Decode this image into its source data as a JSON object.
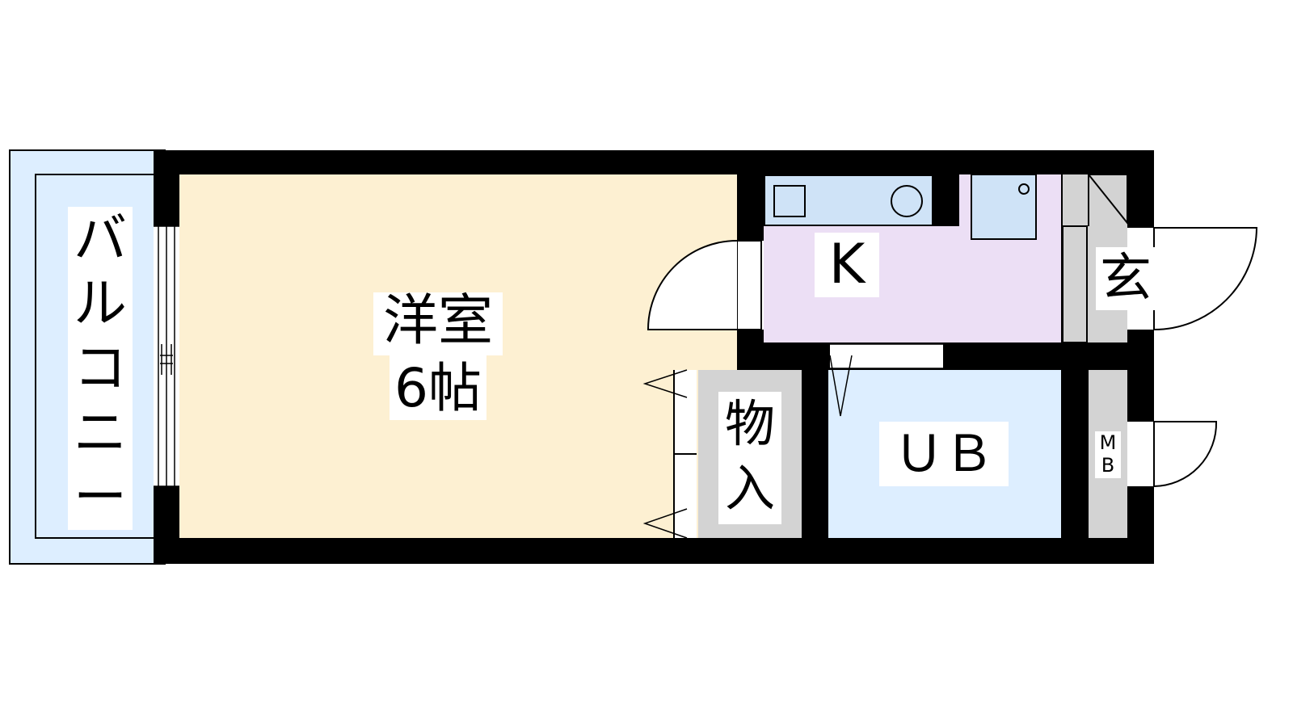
{
  "rooms": {
    "western_room": {
      "name": "洋室",
      "size": "6帖"
    },
    "balcony": {
      "chars": [
        "バ",
        "ル",
        "コ",
        "ニ",
        "ー"
      ]
    },
    "kitchen": {
      "label": "K"
    },
    "entrance": {
      "label": "玄"
    },
    "storage": {
      "chars": [
        "物",
        "入"
      ]
    },
    "bath": {
      "label": "ＵＢ"
    },
    "meter_box": {
      "chars": [
        "M",
        "B"
      ]
    }
  },
  "colors": {
    "wall": "#000000",
    "western_room": "#fdf0d2",
    "balcony": "#ddeeff",
    "kitchen": "#ecdff5",
    "bath": "#ddeeff",
    "storage": "#d3d3d3",
    "entrance": "#d3d3d3",
    "fixtures": "#cfe3f7"
  }
}
